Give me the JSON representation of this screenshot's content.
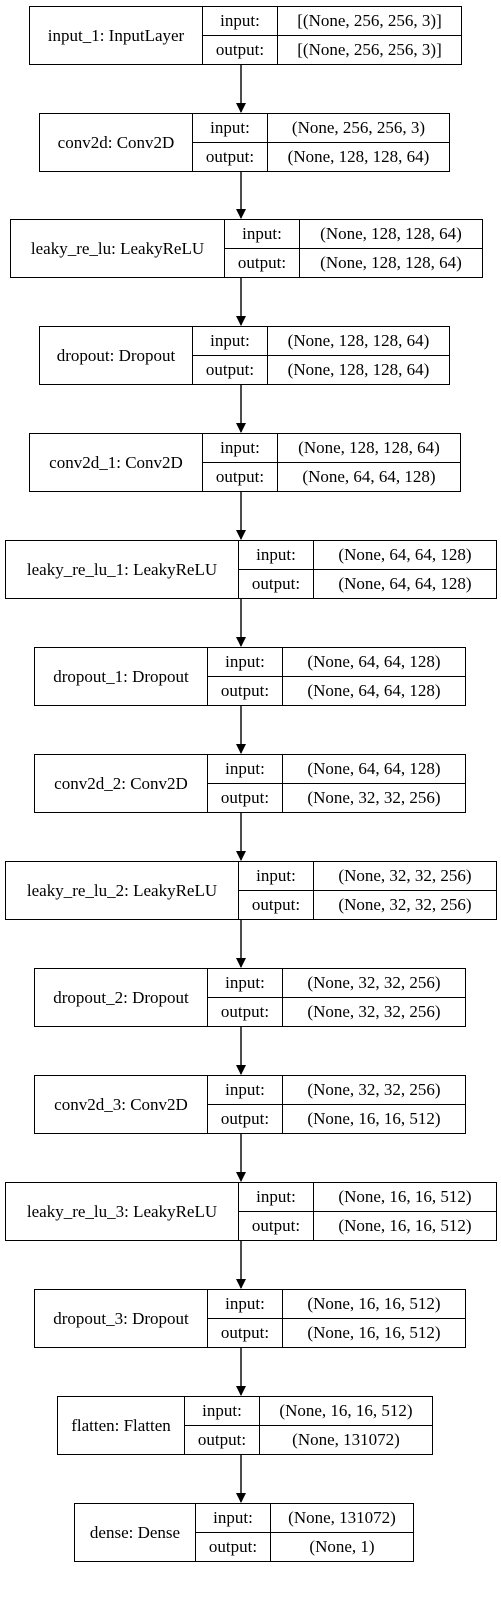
{
  "labels": {
    "input": "input:",
    "output": "output:"
  },
  "layers": [
    {
      "name": "input_1: InputLayer",
      "input": "[(None, 256, 256, 3)]",
      "output": "[(None, 256, 256, 3)]"
    },
    {
      "name": "conv2d: Conv2D",
      "input": "(None, 256, 256, 3)",
      "output": "(None, 128, 128, 64)"
    },
    {
      "name": "leaky_re_lu: LeakyReLU",
      "input": "(None, 128, 128, 64)",
      "output": "(None, 128, 128, 64)"
    },
    {
      "name": "dropout: Dropout",
      "input": "(None, 128, 128, 64)",
      "output": "(None, 128, 128, 64)"
    },
    {
      "name": "conv2d_1: Conv2D",
      "input": "(None, 128, 128, 64)",
      "output": "(None, 64, 64, 128)"
    },
    {
      "name": "leaky_re_lu_1: LeakyReLU",
      "input": "(None, 64, 64, 128)",
      "output": "(None, 64, 64, 128)"
    },
    {
      "name": "dropout_1: Dropout",
      "input": "(None, 64, 64, 128)",
      "output": "(None, 64, 64, 128)"
    },
    {
      "name": "conv2d_2: Conv2D",
      "input": "(None, 64, 64, 128)",
      "output": "(None, 32, 32, 256)"
    },
    {
      "name": "leaky_re_lu_2: LeakyReLU",
      "input": "(None, 32, 32, 256)",
      "output": "(None, 32, 32, 256)"
    },
    {
      "name": "dropout_2: Dropout",
      "input": "(None, 32, 32, 256)",
      "output": "(None, 32, 32, 256)"
    },
    {
      "name": "conv2d_3: Conv2D",
      "input": "(None, 32, 32, 256)",
      "output": "(None, 16, 16, 512)"
    },
    {
      "name": "leaky_re_lu_3: LeakyReLU",
      "input": "(None, 16, 16, 512)",
      "output": "(None, 16, 16, 512)"
    },
    {
      "name": "dropout_3: Dropout",
      "input": "(None, 16, 16, 512)",
      "output": "(None, 16, 16, 512)"
    },
    {
      "name": "flatten: Flatten",
      "input": "(None, 16, 16, 512)",
      "output": "(None, 131072)"
    },
    {
      "name": "dense: Dense",
      "input": "(None, 131072)",
      "output": "(None, 1)"
    }
  ]
}
